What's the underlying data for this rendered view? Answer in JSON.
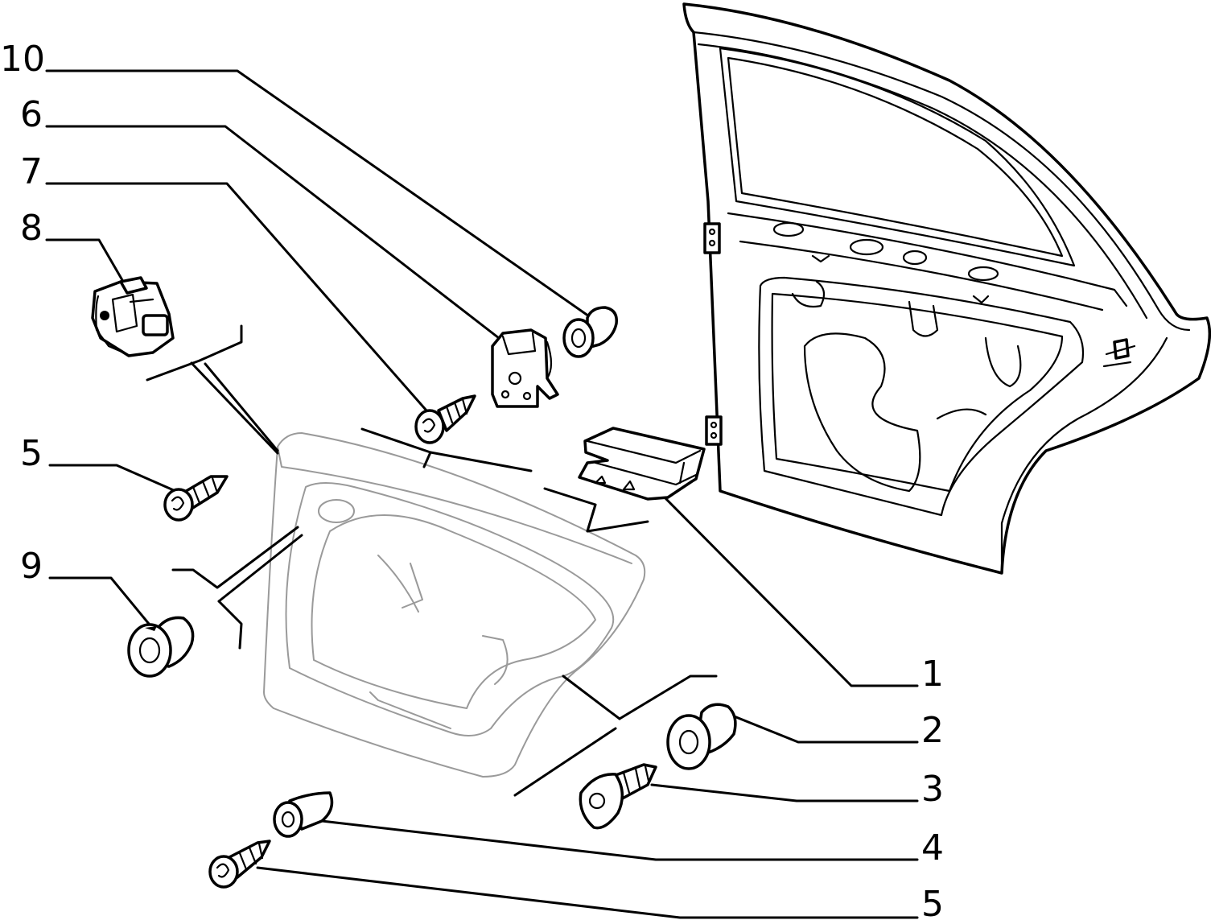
{
  "diagram": {
    "callouts": [
      {
        "id": "c10",
        "text": "10"
      },
      {
        "id": "c6",
        "text": "6"
      },
      {
        "id": "c7",
        "text": "7"
      },
      {
        "id": "c8",
        "text": "8"
      },
      {
        "id": "c5a",
        "text": "5"
      },
      {
        "id": "c9",
        "text": "9"
      },
      {
        "id": "c1",
        "text": "1"
      },
      {
        "id": "c2",
        "text": "2"
      },
      {
        "id": "c3",
        "text": "3"
      },
      {
        "id": "c4",
        "text": "4"
      },
      {
        "id": "c5b",
        "text": "5"
      }
    ]
  }
}
